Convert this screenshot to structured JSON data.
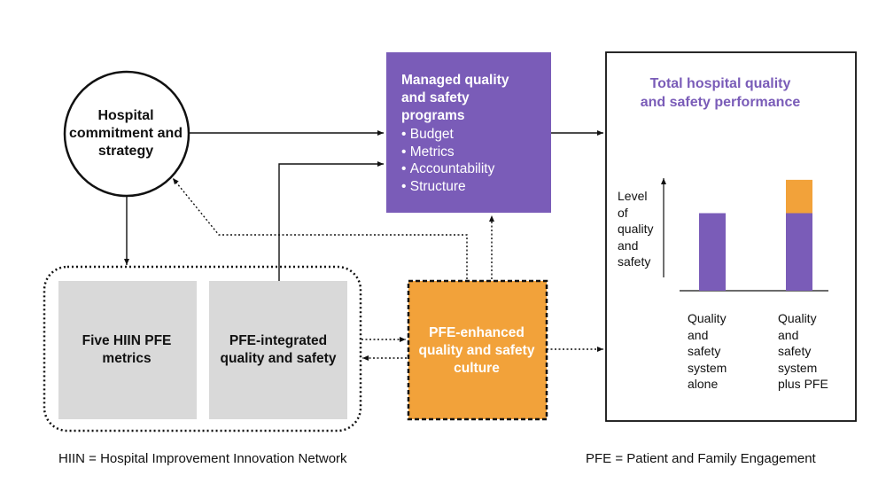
{
  "colors": {
    "purple": "#7a5cb8",
    "orange": "#f2a23a",
    "gray": "#d9d9d9",
    "black": "#111111"
  },
  "nodes": {
    "hospital_commitment": "Hospital commitment and strategy",
    "managed_programs": {
      "title": "Managed quality\nand safety\nprograms",
      "items": [
        "Budget",
        "Metrics",
        "Accountability",
        "Structure"
      ]
    },
    "hiin_metrics": "Five HIIN PFE metrics",
    "pfe_integrated": "PFE-integrated quality and safety",
    "pfe_culture": "PFE-enhanced\nquality and safety\nculture"
  },
  "performance_panel": {
    "title": "Total hospital quality\nand safety performance",
    "y_label": "Level\nof\nquality\nand\nsafety"
  },
  "chart_data": {
    "type": "bar",
    "categories": [
      "Quality\nand\nsafety\nsystem\nalone",
      "Quality\nand\nsafety\nsystem\nplus PFE"
    ],
    "series": [
      {
        "name": "",
        "color": "#7a5cb8",
        "values": [
          1.0,
          1.0
        ]
      },
      {
        "name": "",
        "color": "#f2a23a",
        "values": [
          0,
          0.43
        ]
      }
    ],
    "stacked": true,
    "ylim": [
      0,
      1.6
    ]
  },
  "footnotes": {
    "left": "HIIN = Hospital Improvement Innovation Network",
    "right": "PFE = Patient and Family Engagement"
  }
}
